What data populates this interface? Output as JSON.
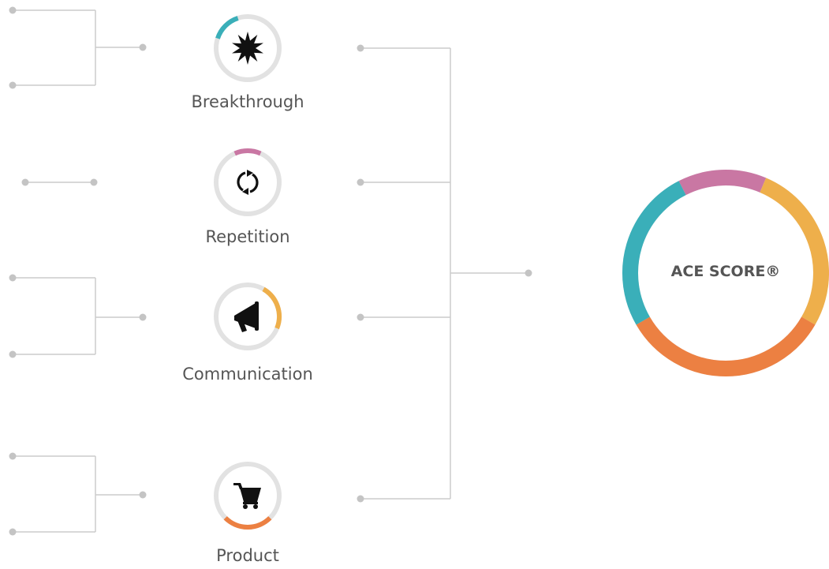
{
  "colors": {
    "line": "#cccccc",
    "dot": "#c4c4c4",
    "ring_track": "#e2e2e2",
    "icon": "#111111",
    "teal": "#3aafb9",
    "pink": "#c977a3",
    "yellow": "#eeaf4b",
    "orange": "#ec8042"
  },
  "nodes": [
    {
      "id": "breakthrough",
      "label": "Breakthrough",
      "icon": "starburst-icon",
      "color": "#3aafb9"
    },
    {
      "id": "repetition",
      "label": "Repetition",
      "icon": "refresh-cycle-icon",
      "color": "#c977a3"
    },
    {
      "id": "communication",
      "label": "Communication",
      "icon": "megaphone-icon",
      "color": "#eeaf4b"
    },
    {
      "id": "product",
      "label": "Product",
      "icon": "shopping-cart-icon",
      "color": "#ec8042"
    }
  ],
  "score": {
    "label": "ACE SCORE®"
  }
}
